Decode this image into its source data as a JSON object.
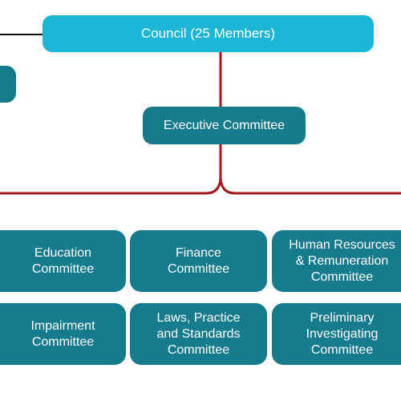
{
  "council": {
    "label": "Council (25 Members)"
  },
  "executive": {
    "label": "Executive Committee"
  },
  "committees": [
    {
      "label": "Education\nCommittee"
    },
    {
      "label": "Finance\nCommittee"
    },
    {
      "label": "Human Resources\n& Remuneration\nCommittee"
    },
    {
      "label": "Impairment\nCommittee"
    },
    {
      "label": "Laws, Practice\nand Standards\nCommittee"
    },
    {
      "label": "Preliminary\nInvestigating\nCommittee"
    }
  ],
  "colors": {
    "council_fill": "#1bb5d7",
    "box_fill": "#167b8f",
    "connector_red": "#a3191f",
    "connector_black": "#111111",
    "text": "#ffffff"
  }
}
